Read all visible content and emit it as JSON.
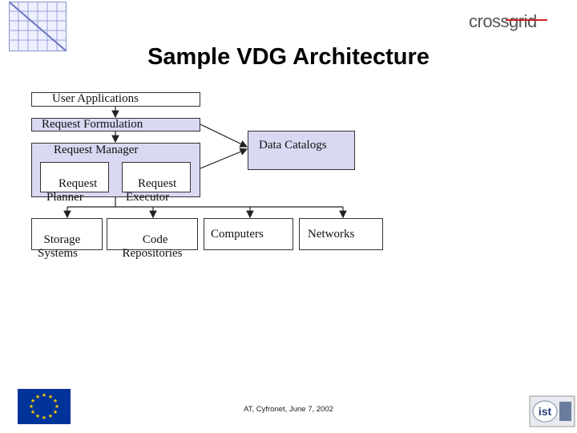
{
  "slide": {
    "title": "Sample VDG Architecture",
    "footer": "AT, Cyfronet, June 7, 2002"
  },
  "logos": {
    "crossgrid": "crossgrid",
    "ist": "ist"
  },
  "diagram": {
    "user_applications": "User Applications",
    "request_formulation": "Request Formulation",
    "request_manager": "Request Manager",
    "request_planner": "Request\nPlanner",
    "request_executor": "Request\nExecutor",
    "data_catalogs": "Data Catalogs",
    "storage_systems": "Storage\nSystems",
    "code_repositories": "Code\nRepositories",
    "computers": "Computers",
    "networks": "Networks"
  },
  "colors": {
    "box_fill": "#d9d9f3",
    "eu_blue": "#003399",
    "eu_star": "#ffcc00",
    "crossgrid_red": "#cc2222"
  }
}
